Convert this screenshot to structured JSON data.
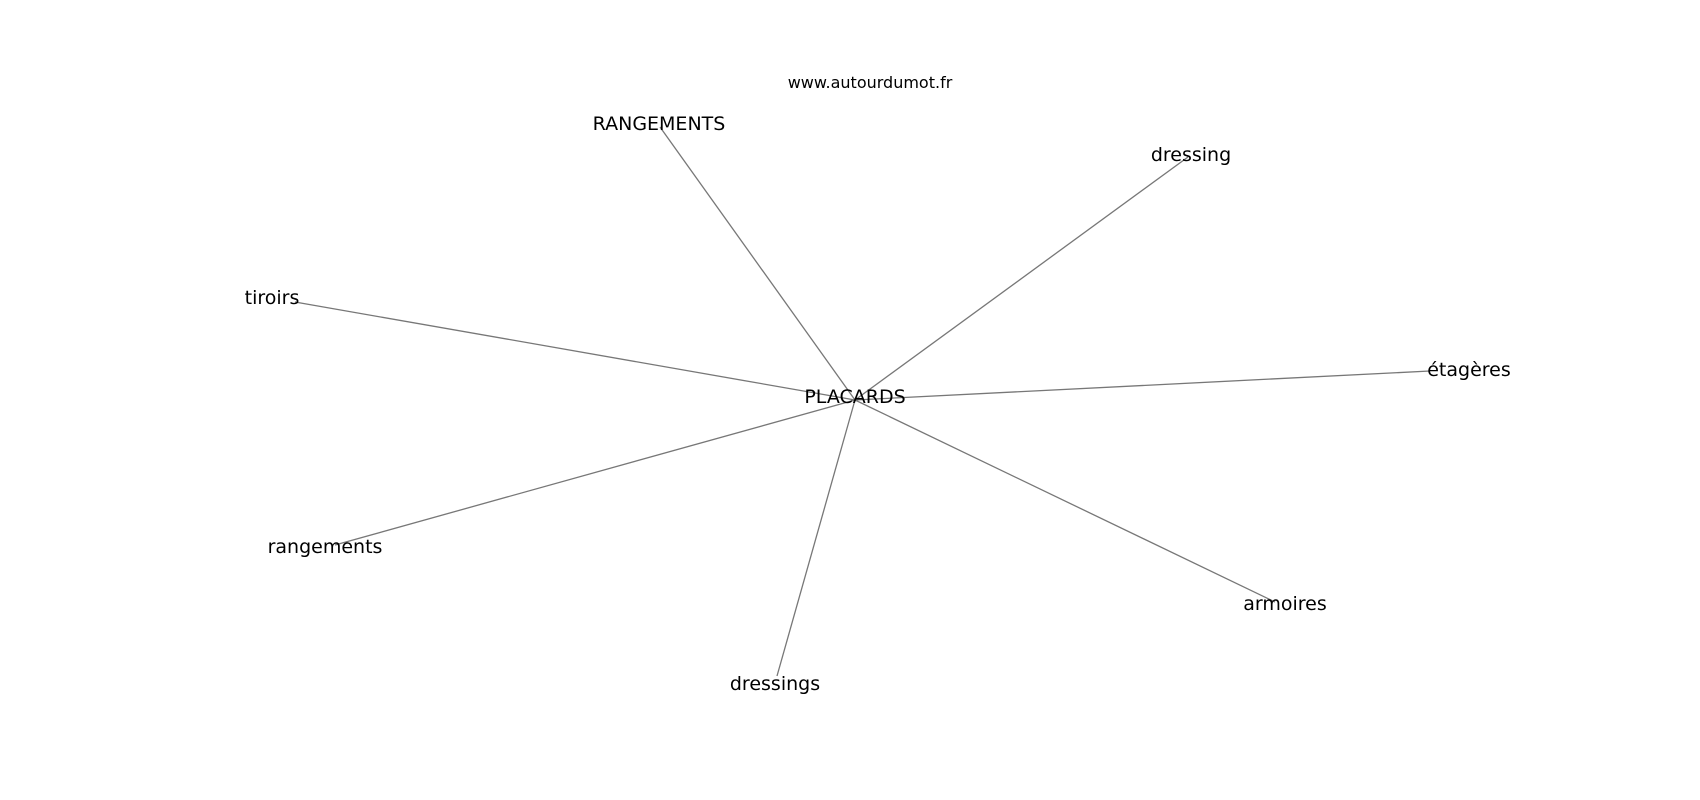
{
  "header": {
    "site": "www.autourdumot.fr"
  },
  "graph": {
    "center": {
      "label": "PLACARDS"
    },
    "nodes": [
      {
        "id": "rangements-upper",
        "label": "RANGEMENTS"
      },
      {
        "id": "dressing",
        "label": "dressing"
      },
      {
        "id": "tiroirs",
        "label": "tiroirs"
      },
      {
        "id": "etageres",
        "label": "étagères"
      },
      {
        "id": "rangements",
        "label": "rangements"
      },
      {
        "id": "armoires",
        "label": "armoires"
      },
      {
        "id": "dressings",
        "label": "dressings"
      }
    ],
    "edge_color": "#777777"
  }
}
